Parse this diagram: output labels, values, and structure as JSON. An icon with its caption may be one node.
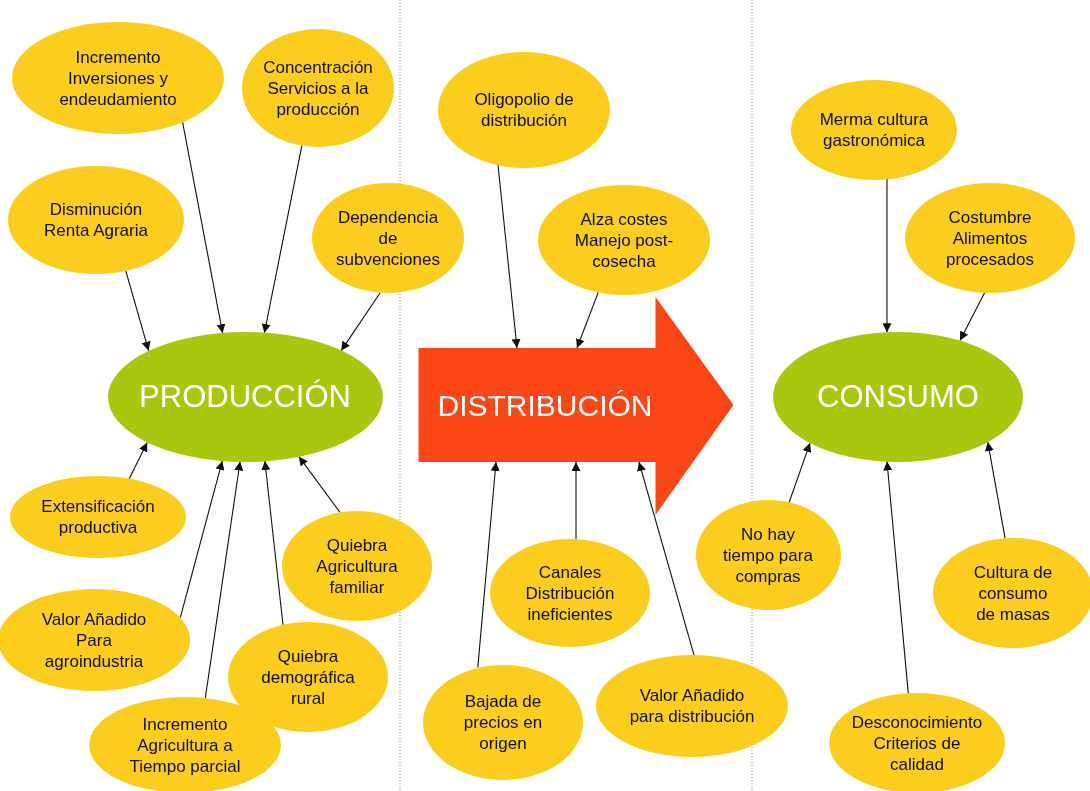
{
  "diagram": {
    "nodes": [
      {
        "text": [
          "PRODUCCIÓN"
        ]
      },
      {
        "text": [
          "Incremento Inversiones y endeudamiento"
        ]
      },
      {
        "text": [
          "Concentración Servicios a la producción"
        ]
      },
      {
        "text": [
          "Disminución Renta Agraria"
        ]
      },
      {
        "text": [
          "Dependencia de subvenciones"
        ]
      },
      {
        "text": [
          "Extensificación productiva"
        ]
      },
      {
        "text": [
          "Quiebra Agricultura familiar"
        ]
      },
      {
        "text": [
          "Valor Añadido Para agroindustria"
        ]
      },
      {
        "text": [
          "Quiebra demográfica rural"
        ]
      },
      {
        "text": [
          "Incremento Agricultura a Tiempo parcial"
        ]
      },
      {
        "text": [
          "DISTRIBUCIÓN"
        ]
      },
      {
        "text": [
          "Oligopolio de distribución"
        ]
      },
      {
        "text": [
          "Alza costes Manejo post-cosecha"
        ]
      },
      {
        "text": [
          "Canales Distribución ineficientes"
        ]
      },
      {
        "text": [
          "Bajada de precios en origen"
        ]
      },
      {
        "text": [
          "Valor Añadido para distribución"
        ]
      },
      {
        "text": [
          "CONSUMO"
        ]
      },
      {
        "text": [
          "Merma cultura gastronómica"
        ]
      },
      {
        "text": [
          "Costumbre Alimentos procesados"
        ]
      },
      {
        "text": [
          "No hay tiempo para compras"
        ]
      },
      {
        "text": [
          "Cultura de consumo de masas"
        ]
      },
      {
        "text": [
          "Desconocimiento Criterios de calidad"
        ]
      }
    ],
    "edges": [
      {
        "from": 1,
        "to": 0,
        "arrow": "to"
      },
      {
        "from": 2,
        "to": 0,
        "arrow": "to"
      },
      {
        "from": 3,
        "to": 0,
        "arrow": "to"
      },
      {
        "from": 4,
        "to": 0,
        "arrow": "to"
      },
      {
        "from": 5,
        "to": 0,
        "arrow": "to"
      },
      {
        "from": 6,
        "to": 0,
        "arrow": "to"
      },
      {
        "from": 7,
        "to": 0,
        "arrow": "to"
      },
      {
        "from": 8,
        "to": 0,
        "arrow": "to"
      },
      {
        "from": 9,
        "to": 0,
        "arrow": "to"
      },
      {
        "from": 11,
        "to": 10,
        "arrow": "to"
      },
      {
        "from": 12,
        "to": 10,
        "arrow": "to"
      },
      {
        "from": 13,
        "to": 10,
        "arrow": "to"
      },
      {
        "from": 14,
        "to": 10,
        "arrow": "to"
      },
      {
        "from": 15,
        "to": 10,
        "arrow": "to"
      },
      {
        "from": 17,
        "to": 16,
        "arrow": "to"
      },
      {
        "from": 18,
        "to": 16,
        "arrow": "to"
      },
      {
        "from": 19,
        "to": 16,
        "arrow": "to"
      },
      {
        "from": 20,
        "to": 16,
        "arrow": "to"
      },
      {
        "from": 21,
        "to": 16,
        "arrow": "to"
      }
    ]
  }
}
